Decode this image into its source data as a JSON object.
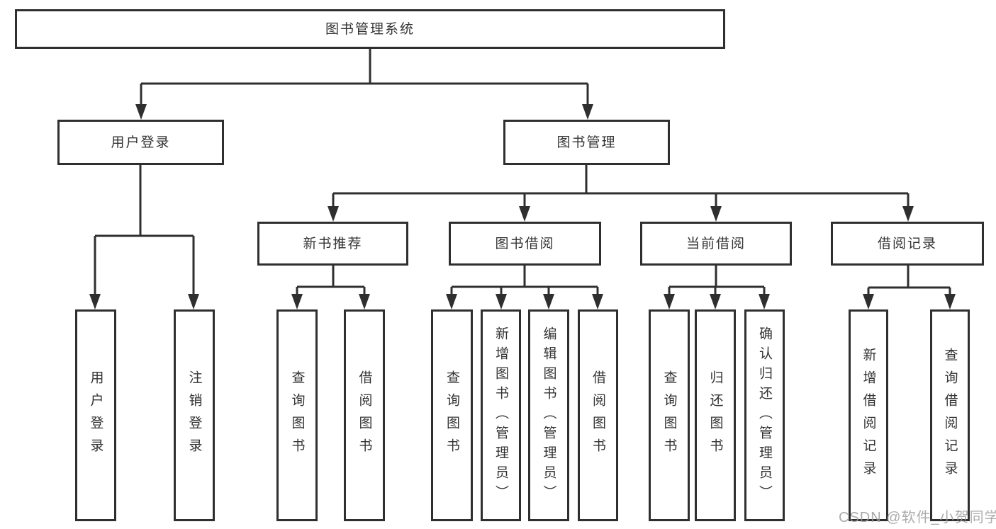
{
  "diagram": {
    "type": "hierarchy-tree",
    "orientation": "top-down"
  },
  "nodes": {
    "root": {
      "label": "图书管理系统"
    },
    "user_login": {
      "label": "用户登录"
    },
    "book_mgmt": {
      "label": "图书管理"
    },
    "new_book_rec": {
      "label": "新书推荐"
    },
    "book_borrow": {
      "label": "图书借阅"
    },
    "current_borrow": {
      "label": "当前借阅"
    },
    "borrow_records": {
      "label": "借阅记录"
    },
    "leaf_user_login": {
      "label": "用户登录"
    },
    "leaf_logout": {
      "label": "注销登录"
    },
    "leaf_query_book_rec": {
      "label": "查询图书"
    },
    "leaf_borrow_book_rec": {
      "label": "借阅图书"
    },
    "leaf_query_book_borrow": {
      "label": "查询图书"
    },
    "leaf_add_book": {
      "label": "新增图书（管理员）"
    },
    "leaf_edit_book": {
      "label": "编辑图书（管理员）"
    },
    "leaf_borrow_book_borrow": {
      "label": "借阅图书"
    },
    "leaf_query_book_current": {
      "label": "查询图书"
    },
    "leaf_return_book": {
      "label": "归还图书"
    },
    "leaf_confirm_return": {
      "label": "确认归还（管理员）"
    },
    "leaf_add_borrow_record": {
      "label": "新增借阅记录"
    },
    "leaf_query_borrow_record": {
      "label": "查询借阅记录"
    }
  },
  "watermark": {
    "text": "CSDN @软件_小贺同学"
  },
  "colors": {
    "line": "#2f2f2f",
    "box_border": "#2f2f2f",
    "text": "#333333",
    "watermark": "#9e9e9e",
    "background": "#ffffff"
  }
}
